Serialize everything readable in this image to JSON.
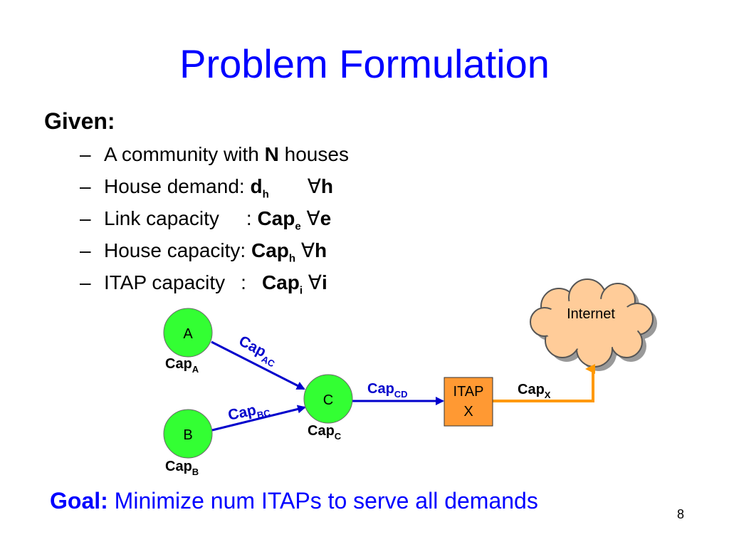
{
  "title": "Problem Formulation",
  "given": "Given:",
  "bullets": [
    {
      "dash": "–",
      "text": "A community with ",
      "bold": "N",
      "rest": " houses"
    },
    {
      "dash": "–",
      "text": "House demand: ",
      "bold": "d",
      "sub": "h",
      "sym": "∀",
      "symvar": "h"
    },
    {
      "dash": "–",
      "text": "Link capacity",
      "colon": ": ",
      "bold": "Cap",
      "sub": "e",
      "sym": "∀",
      "symvar": "e"
    },
    {
      "dash": "–",
      "text": "House capacity: ",
      "bold": "Cap",
      "sub": "h",
      "sym": "∀",
      "symvar": "h"
    },
    {
      "dash": "–",
      "text": "ITAP capacity",
      "colon": ":",
      "bold": "Cap",
      "sub": "i",
      "sym": "∀",
      "symvar": "i"
    }
  ],
  "diagram": {
    "nodes": {
      "a": "A",
      "b": "B",
      "c": "C",
      "itap_line1": "ITAP",
      "itap_line2": "X",
      "internet": "Internet"
    },
    "labels": {
      "cap": "Cap",
      "sub_a": "A",
      "sub_b": "B",
      "sub_c": "C",
      "sub_ac": "AC",
      "sub_bc": "BC",
      "sub_cd": "CD",
      "sub_x": "X"
    },
    "colors": {
      "node_green": "#33ff33",
      "itap_orange": "#ff9933",
      "cloud_fill": "#ffcc99",
      "link_blue": "#0000cc",
      "uplink_orange": "#ff9900"
    }
  },
  "goal": {
    "label": "Goal:",
    "text": " Minimize num ITAPs to serve all demands"
  },
  "page_number": "8"
}
